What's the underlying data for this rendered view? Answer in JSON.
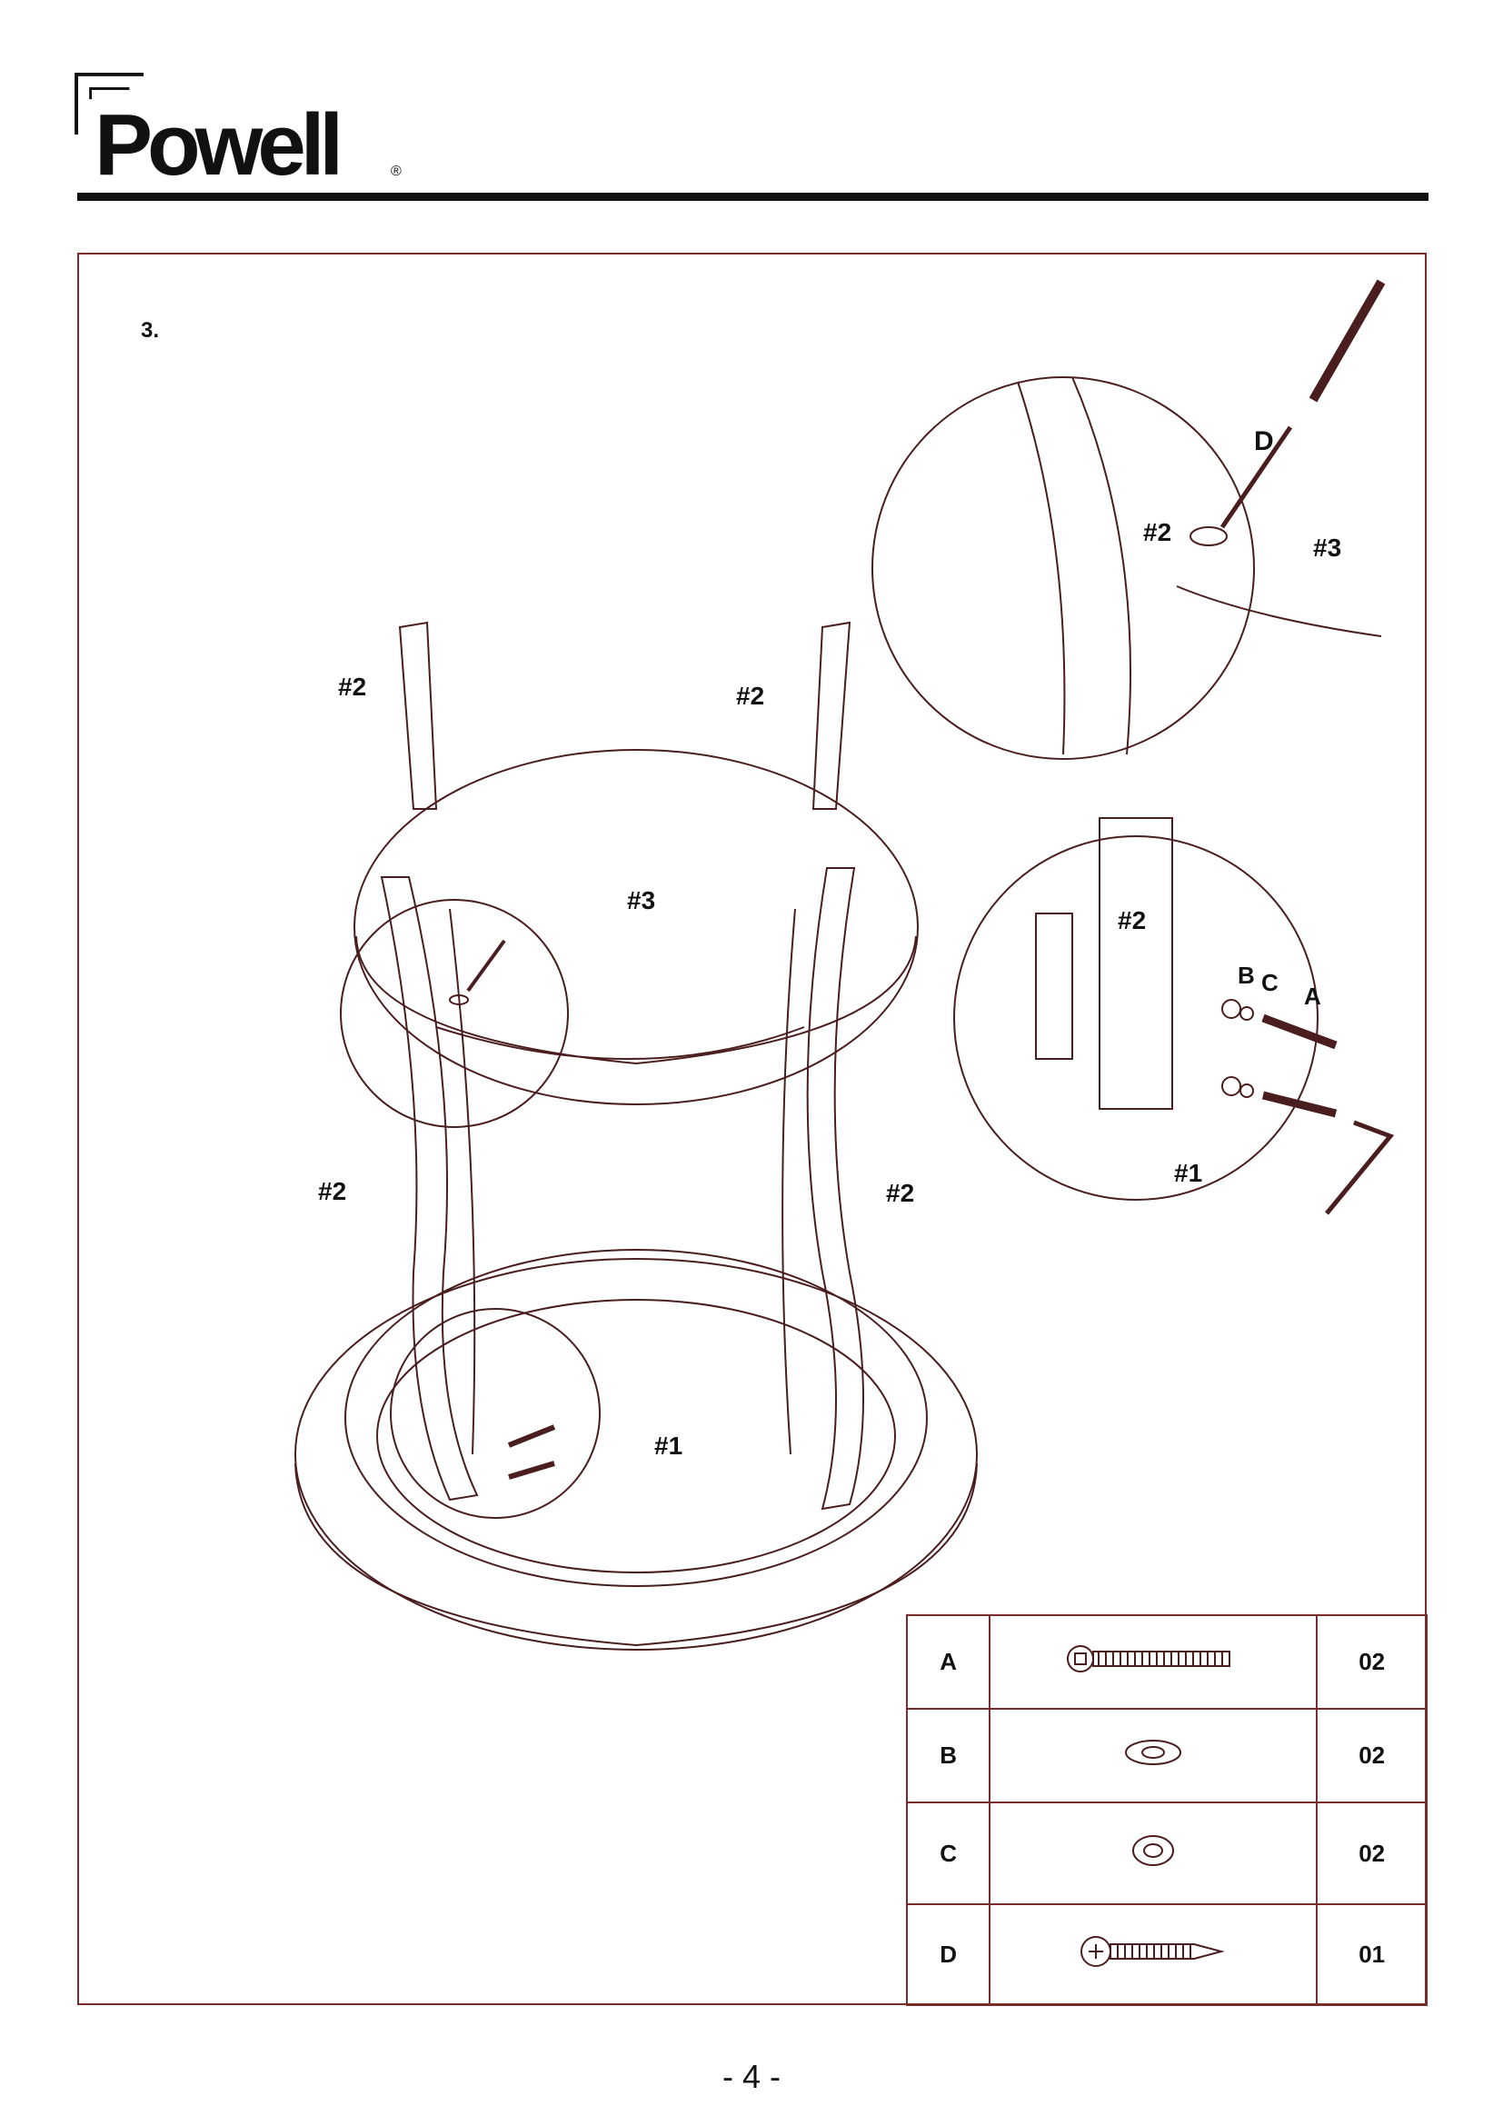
{
  "brand": {
    "name": "Powell",
    "registered_mark": "®"
  },
  "step_number": "3.",
  "labels": {
    "leg": "#2",
    "top": "#3",
    "base": "#1"
  },
  "detail_top": {
    "leg": "#2",
    "top": "#3",
    "screw": "D"
  },
  "detail_side": {
    "leg": "#2",
    "base": "#1",
    "bolt": "A",
    "washer": "B",
    "spring_washer": "C"
  },
  "parts_list": [
    {
      "code": "A",
      "icon": "hex-bolt-icon",
      "qty": "02"
    },
    {
      "code": "B",
      "icon": "flat-washer-icon",
      "qty": "02"
    },
    {
      "code": "C",
      "icon": "spring-washer-icon",
      "qty": "02"
    },
    {
      "code": "D",
      "icon": "phillips-screw-icon",
      "qty": "01"
    }
  ],
  "page_number": "- 4 -",
  "colors": {
    "frame": "#7a2b2b",
    "ink": "#111111"
  }
}
